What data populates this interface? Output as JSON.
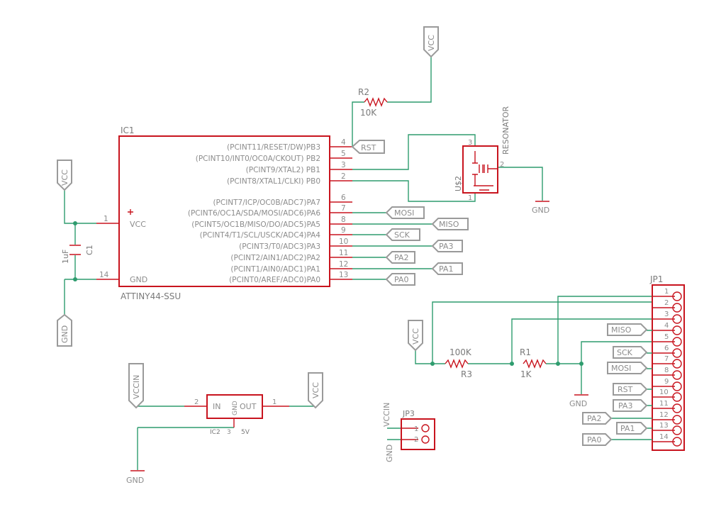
{
  "colors": {
    "wire": "#2e9c6e",
    "part": "#c8141e",
    "label": "#8c8c8c",
    "flag": "#9a9a9a"
  },
  "ic1": {
    "ref": "IC1",
    "value": "ATTINY44-SSU",
    "pins_right": [
      {
        "name": "(PCINT11/RESET/DW)PB3",
        "num": "4"
      },
      {
        "name": "(PCINT10/INT0/OC0A/CKOUT) PB2",
        "num": "5"
      },
      {
        "name": "(PCINT9/XTAL2) PB1",
        "num": "3"
      },
      {
        "name": "(PCINT8/XTAL1/CLKI) PB0",
        "num": "2"
      },
      {
        "name": "(PCINT7/ICP/OC0B/ADC7)PA7",
        "num": "6"
      },
      {
        "name": "(PCINT6/OC1A/SDA/MOSI/ADC6)PA6",
        "num": "7"
      },
      {
        "name": "(PCINT5/OC1B/MISO/DO/ADC5)PA5",
        "num": "8"
      },
      {
        "name": "(PCINT4/T1/SCL/USCK/ADC4)PA4",
        "num": "9"
      },
      {
        "name": "(PCINT3/T0/ADC3)PA3",
        "num": "10"
      },
      {
        "name": "(PCINT2/AIN1/ADC2)PA2",
        "num": "11"
      },
      {
        "name": "(PCINT1/AIN0/ADC1)PA1",
        "num": "12"
      },
      {
        "name": "(PCINT0/AREF/ADC0)PA0",
        "num": "13"
      }
    ],
    "vcc_label": "VCC",
    "vcc_num": "1",
    "gnd_label": "GND",
    "gnd_num": "14"
  },
  "r2": {
    "ref": "R2",
    "value": "10K"
  },
  "r1": {
    "ref": "R1",
    "value": "1K"
  },
  "r3": {
    "ref": "R3",
    "value": "100K"
  },
  "c1": {
    "ref": "C1",
    "value": "1uF"
  },
  "resonator": {
    "value": "RESONATOR",
    "ref": "U$2",
    "pin1": "1",
    "pin2": "2",
    "pin3": "3"
  },
  "regulator": {
    "ref": "IC2",
    "value": "5V",
    "in": "IN",
    "out": "OUT",
    "gnd": "GND",
    "pin_in": "2",
    "pin_out": "1",
    "pin_gnd": "3"
  },
  "jp1": {
    "ref": "JP1",
    "pins": [
      "1",
      "2",
      "3",
      "4",
      "5",
      "6",
      "7",
      "8",
      "9",
      "10",
      "11",
      "12",
      "13",
      "14"
    ]
  },
  "jp3": {
    "ref": "JP3",
    "pins": [
      "1",
      "2"
    ]
  },
  "flags": {
    "vcc": "VCC",
    "gnd": "GND",
    "vccin": "VCCIN",
    "rst": "RST",
    "mosi": "MOSI",
    "miso": "MISO",
    "sck": "SCK",
    "pa3": "PA3",
    "pa2": "PA2",
    "pa1": "PA1",
    "pa0": "PA0"
  }
}
